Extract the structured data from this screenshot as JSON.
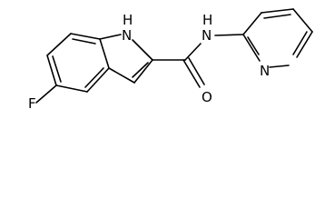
{
  "molecule": {
    "atoms": {
      "fluorine": "F",
      "indole_nh": "H",
      "indole_n": "N",
      "amide_nh": "H",
      "amide_n": "N",
      "carbonyl_o": "O",
      "pyridine_n": "N"
    },
    "colors": {
      "bonds": "#000000",
      "labels": "#000000",
      "background": "#ffffff"
    }
  }
}
